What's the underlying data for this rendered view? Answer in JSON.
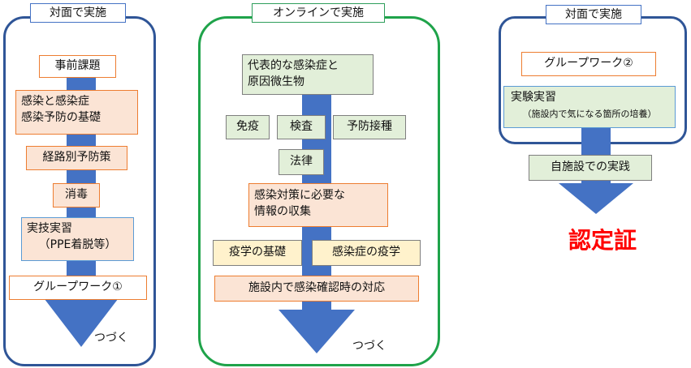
{
  "panel1": {
    "tag": "対面で実施",
    "items": [
      "事前課題",
      "感染と感染症",
      "感染予防の基礎",
      "経路別予防策",
      "消毒",
      "実技実習",
      "（PPE着脱等）",
      "グループワーク①"
    ],
    "continue_label": "つづく"
  },
  "panel2": {
    "tag": "オンラインで実施",
    "items": [
      "代表的な感染症と",
      "原因微生物",
      "免疫",
      "検査",
      "予防接種",
      "法律",
      "感染対策に必要な",
      "情報の収集",
      "疫学の基礎",
      "感染症の疫学",
      "施設内で感染確認時の対応"
    ],
    "continue_label": "つづく"
  },
  "panel3": {
    "tag": "対面で実施",
    "items": [
      "グループワーク②",
      "実験実習",
      "（施設内で気になる箇所の培養）"
    ]
  },
  "after": {
    "practice": "自施設での実践",
    "certificate": "認定証"
  },
  "colors": {
    "panel_blue": "#2f5597",
    "panel_green": "#1fa34a",
    "arrow": "#4472c4",
    "peach": "#fbe4d5",
    "mint": "#e2efd9",
    "cream": "#fff2cc",
    "certificate": "#ff0000"
  }
}
